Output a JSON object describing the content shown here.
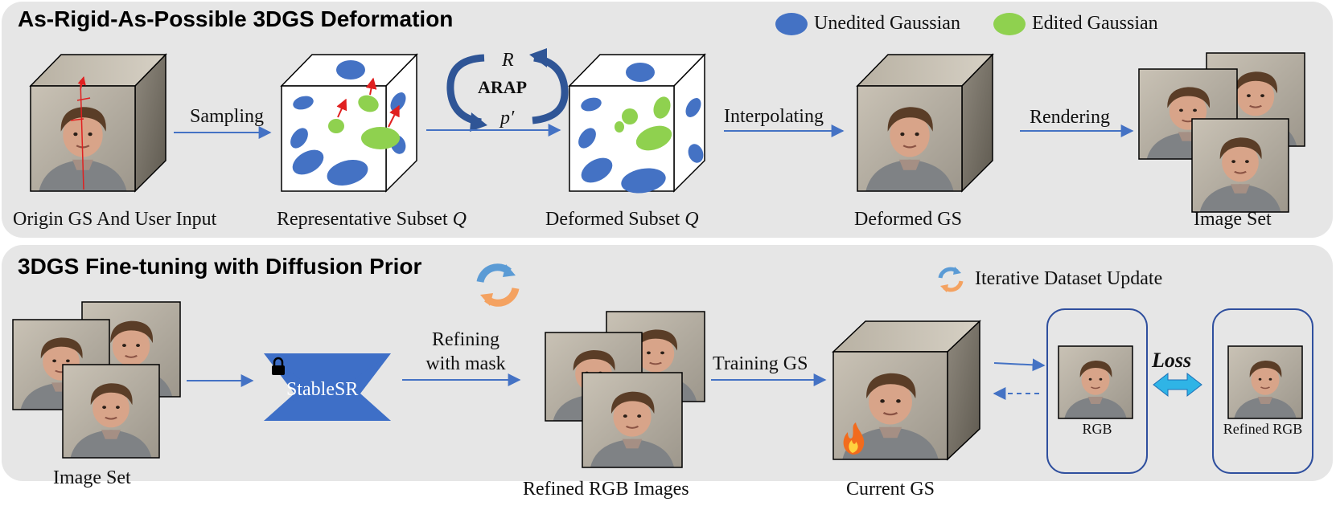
{
  "top_panel": {
    "title": "As-Rigid-As-Possible 3DGS Deformation",
    "legend": {
      "unedited_label": "Unedited Gaussian",
      "edited_label": "Edited Gaussian",
      "unedited_color": "#4472c4",
      "edited_color": "#8fd14f"
    },
    "steps": {
      "origin_label": "Origin GS And User Input",
      "subset_label": "Representative Subset",
      "deformed_subset_label": "Deformed Subset",
      "deformed_gs_label": "Deformed GS",
      "image_set_label": "Image Set",
      "subset_symbol": "Q"
    },
    "arrows": {
      "sampling": "Sampling",
      "interpolating": "Interpolating",
      "rendering": "Rendering"
    },
    "arap": {
      "label": "ARAP",
      "r_symbol": "R",
      "p_symbol": "p′"
    }
  },
  "bottom_panel": {
    "title": "3DGS Fine-tuning with Diffusion Prior",
    "cycle_legend": "Iterative Dataset Update",
    "steps": {
      "image_set_label": "Image Set",
      "stablesr_label": "StableSR",
      "refined_images_label": "Refined RGB Images",
      "current_gs_label": "Current GS",
      "rgb_label": "RGB",
      "refined_rgb_label": "Refined RGB"
    },
    "arrows": {
      "refining_line1": "Refining",
      "refining_line2": "with mask",
      "training": "Training GS",
      "loss": "Loss"
    }
  },
  "colors": {
    "panel_bg": "#e6e6e6",
    "arrow": "#4472c4",
    "network": "#3e6fc7",
    "loss_arrow": "#2fb4e6",
    "box_border": "#2f4f9e",
    "user_input": "#e02020"
  },
  "icons": [
    "refresh-cycle-icon",
    "lock-icon",
    "fire-icon"
  ]
}
